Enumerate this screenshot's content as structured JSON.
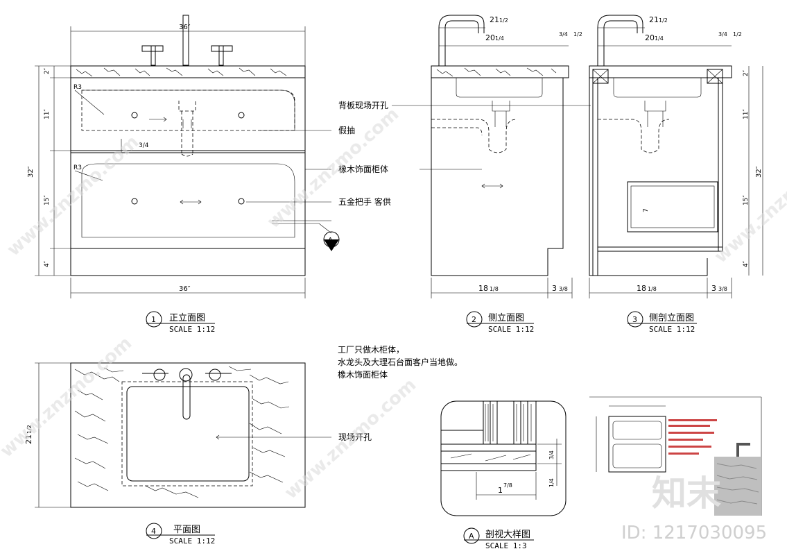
{
  "views": {
    "front": {
      "num": "1",
      "title": "正立面图",
      "scale": "SCALE 1:12"
    },
    "side": {
      "num": "2",
      "title": "侧立面图",
      "scale": "SCALE 1:12"
    },
    "section": {
      "num": "3",
      "title": "侧剖立面图",
      "scale": "SCALE 1:12"
    },
    "plan": {
      "num": "4",
      "title": "平面图",
      "scale": "SCALE 1:12"
    },
    "detail": {
      "num": "A",
      "title": "剖视大样图",
      "scale": "SCALE 1:3"
    }
  },
  "callouts": {
    "back_hole": "背板现场开孔",
    "false_drawer": "假抽",
    "oak_body": "橡木饰面柜体",
    "handle": "五金把手 客供",
    "site_hole": "现场开孔",
    "section_marker": "A"
  },
  "notes": [
    "工厂只做木柜体，",
    "水龙头及大理石台面客户当地做。",
    "橡木饰面柜体"
  ],
  "dims": {
    "width_36": "36″",
    "height_32": "32″",
    "d2": "2″",
    "d11": "11″",
    "d15": "15″",
    "d4": "4″",
    "d21": "21",
    "d20": "20",
    "d18": "18",
    "d3": "3",
    "d1": "1",
    "d7": "7",
    "r3": "R3",
    "half": "1/2",
    "quarter": "1/4",
    "three_quarter": "3/4",
    "one_eighth": "1/8",
    "three_eighths": "3/8",
    "seven_eighths": "7/8"
  },
  "watermark": {
    "logo": "知末",
    "id": "ID: 1217030095",
    "site": "www.znzmo.com"
  }
}
